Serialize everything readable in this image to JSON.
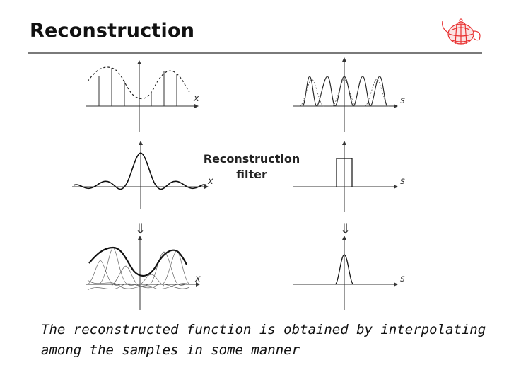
{
  "slide": {
    "title": "Reconstruction",
    "filter_label_line1": "Reconstruction",
    "filter_label_line2": "filter",
    "caption_line1": "The reconstructed function is obtained by interpolating",
    "caption_line2": "among the samples in some manner"
  },
  "axes": {
    "spatial": "x",
    "frequency": "s"
  },
  "icons": {
    "logo": "teapot-wireframe-icon",
    "down_arrow": "double-down-arrow-icon",
    "down_arrow_glyph": "⇓"
  },
  "colors": {
    "title_rule": "#7a7a7a",
    "logo_red": "#e83030",
    "curve": "#222222"
  }
}
